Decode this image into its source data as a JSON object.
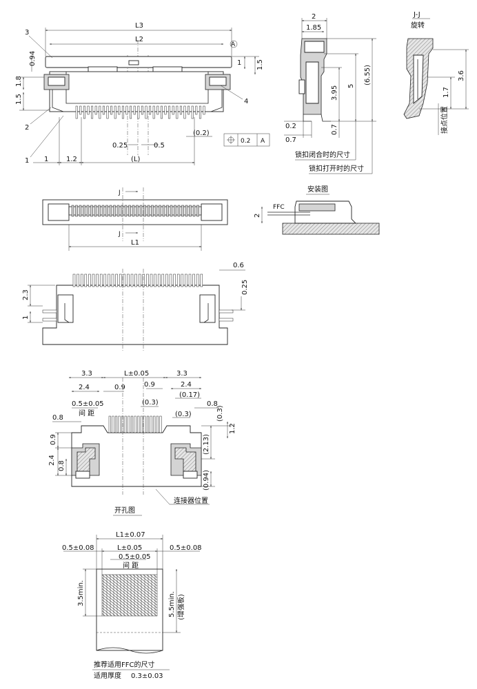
{
  "views": {
    "top": {
      "dims": {
        "L3": "L3",
        "L2": "L2",
        "datum_a": "A",
        "h_094": "0.94",
        "h_18": "1.8",
        "h_15_left": "1.5",
        "h_1_right": "1",
        "h_15_right": "1.5",
        "p025": "0.25",
        "p05": "0.5",
        "p02": "(0.2)",
        "tol_value": "0.2",
        "tol_datum": "A",
        "b1": "1",
        "b12": "1.2",
        "bL": "(L)"
      },
      "callouts": {
        "c3": "3",
        "c2": "2",
        "c1": "1",
        "c4": "4"
      }
    },
    "side": {
      "dims": {
        "w2": "2",
        "w185": "1.85",
        "h395": "3.95",
        "h5": "5",
        "h655": "(6.55)",
        "h02": "0.2",
        "h07a": "0.7",
        "h07b": "0.7"
      },
      "note_closed": "锁扣闭合时的尺寸",
      "note_open": "锁扣打开时的尺寸"
    },
    "section": {
      "title": "J-J",
      "subtitle": "旋转",
      "dims": {
        "h36": "3.6",
        "h17": "1.7"
      },
      "contact_label": "接点位置"
    },
    "middle": {
      "j_mark": "J",
      "L1": "L1"
    },
    "install": {
      "title": "安装图",
      "ffc": "FFC",
      "h2": "2"
    },
    "front": {
      "d06": "0.6",
      "d025": "0.25",
      "d23": "2.3",
      "d1": "1"
    },
    "footprint": {
      "top": {
        "d33_left": "3.3",
        "dL": "L±0.05",
        "d33_right": "3.3",
        "d09_mid": "0.9",
        "d24_right": "2.4",
        "d24_left": "2.4",
        "d09_left": "0.9",
        "d017": "(0.17)",
        "pitch": "0.5±0.05",
        "pitch_label": "间 距",
        "d03_a": "(0.3)",
        "d08_right": "0.8",
        "d03_b": "(0.3)",
        "d03_c": "(0.3)"
      },
      "side": {
        "d08": "0.8",
        "d09": "0.9",
        "d24": "2.4",
        "d08b": "0.8",
        "d12": "1.2",
        "d213": "(2.13)",
        "d094": "(0.94)"
      },
      "title": "开孔图",
      "connector_label": "连接器位置"
    },
    "ffc": {
      "L1": "L1±0.07",
      "d05_left": "0.5±0.08",
      "L": "L±0.05",
      "d05_right": "0.5±0.08",
      "pitch": "0.5±0.05",
      "pitch_label": "间 距",
      "min35": "3.5min.",
      "min55": "5.5min.",
      "stiffener": "(增强板)",
      "title": "推荐适用FFC的尺寸",
      "thickness_label": "适用厚度",
      "thickness": "0.3±0.03"
    }
  },
  "icons": {
    "datum_symbol": "circle-datum-icon",
    "position_tolerance": "position-tolerance-icon"
  },
  "colors": {
    "line": "#222222",
    "fill_grey": "#d4d4d4",
    "background": "#ffffff"
  }
}
